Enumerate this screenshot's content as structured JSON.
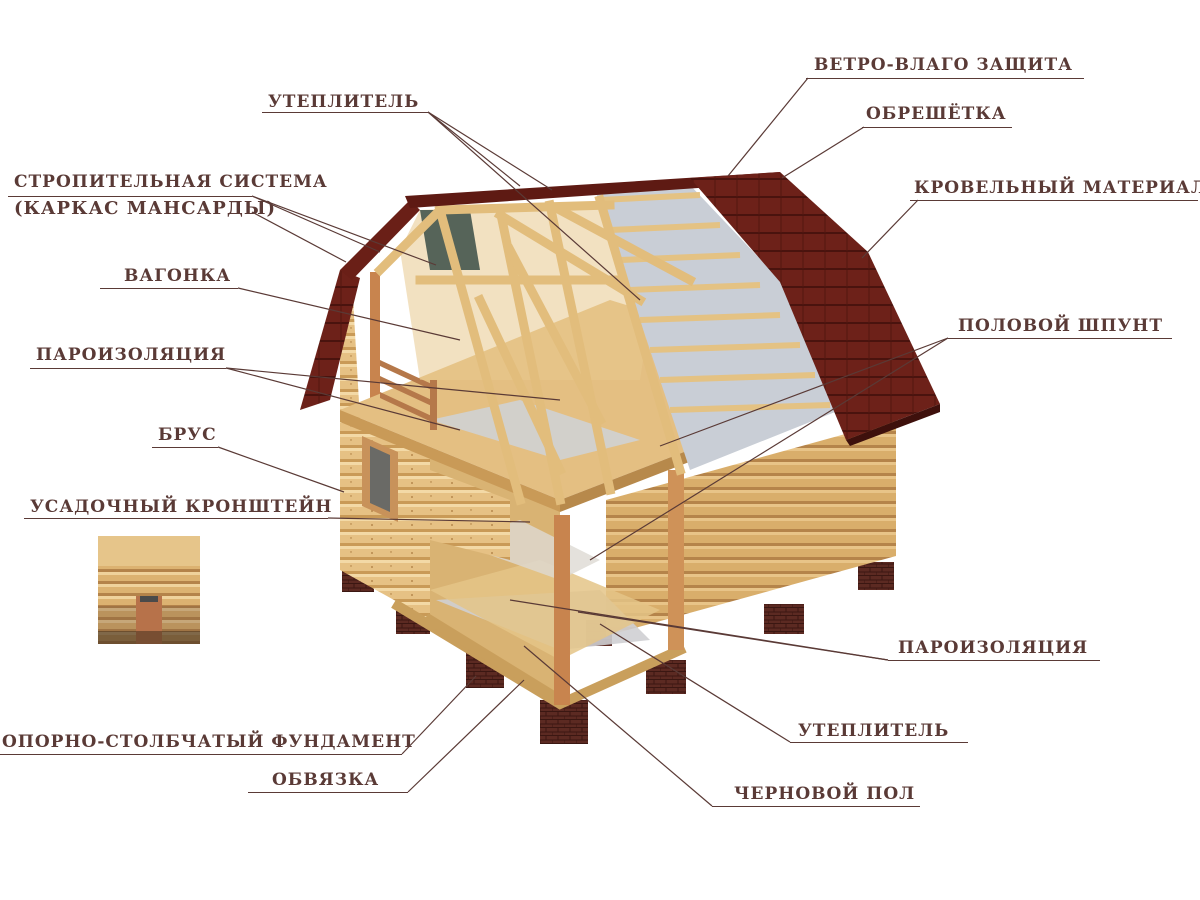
{
  "labels": {
    "wind_barrier": "ВЕТРО-ВЛАГО ЗАЩИТА",
    "insulation_top": "УТЕПЛИТЕЛЬ",
    "battens": "ОБРЕШЁТКА",
    "rafters_1": "СТРОПИТЕЛЬНАЯ СИСТЕМА",
    "rafters_2": "(КАРКАС МАНСАРДЫ)",
    "roofing": "КРОВЕЛЬНЫЙ МАТЕРИАЛ",
    "lining": "ВАГОНКА",
    "floorboard": "ПОЛОВОЙ ШПУНТ",
    "vapor_top": "ПАРОИЗОЛЯЦИЯ",
    "beam": "БРУС",
    "bracket": "УСАДОЧНЫЙ КРОНШТЕЙН",
    "vapor_bottom": "ПАРОИЗОЛЯЦИЯ",
    "foundation": "ОПОРНО-СТОЛБЧАТЫЙ ФУНДАМЕНТ",
    "insulation_bottom": "УТЕПЛИТЕЛЬ",
    "strapping": "ОБВЯЗКА",
    "subfloor": "ЧЕРНОВОЙ ПОЛ"
  },
  "colors": {
    "label_text": "#5a3a36",
    "leader_line": "#5a3a36",
    "roof": "#6b1f17",
    "wood_light": "#e9c88c",
    "wood_mid": "#d8ae6a",
    "wood_dark": "#b98a4a",
    "brick": "#5b2a22",
    "film": "#c9ccd2"
  }
}
